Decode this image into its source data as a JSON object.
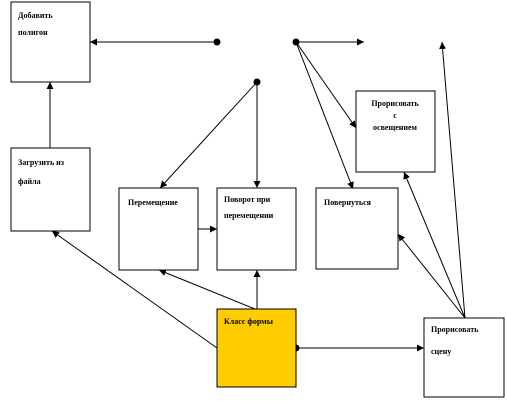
{
  "diagram": {
    "boxes": [
      {
        "id": "add-polygons",
        "lines": [
          "Добавить",
          "полигон"
        ]
      },
      {
        "id": "load-from-file",
        "lines": [
          "Загрузить  из",
          "файла"
        ]
      },
      {
        "id": "move",
        "lines": [
          "Перемещение"
        ]
      },
      {
        "id": "rotate-on-move",
        "lines": [
          "Поворот при",
          "перемещении"
        ]
      },
      {
        "id": "rotate",
        "lines": [
          "Повернуться"
        ]
      },
      {
        "id": "draw-lit",
        "lines": [
          "Прорисовать",
          "с",
          "освещением"
        ]
      },
      {
        "id": "shape-class",
        "lines": [
          "Класс формы"
        ]
      },
      {
        "id": "draw-scene",
        "lines": [
          "Прорисовать",
          "сцену"
        ]
      }
    ],
    "colors": {
      "line": "#000000",
      "box_fill": "#ffffff",
      "highlight_fill": "#ffcc00"
    }
  }
}
